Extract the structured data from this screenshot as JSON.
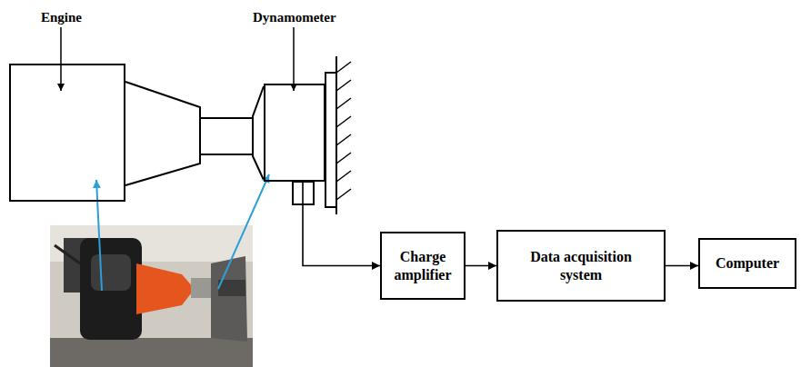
{
  "diagram": {
    "nodes": [
      {
        "text": [
          "Engine"
        ]
      },
      {
        "text": [
          "Dynamometer"
        ]
      },
      {
        "text": [
          "Charge amplifier"
        ]
      },
      {
        "text": [
          "Data acquisition system"
        ]
      },
      {
        "text": [
          "Computer"
        ]
      }
    ],
    "edges": [
      {
        "from": 1,
        "to": 2,
        "arrow": "to"
      },
      {
        "from": 2,
        "to": 3,
        "arrow": "to"
      },
      {
        "from": 3,
        "to": 4,
        "arrow": "to"
      }
    ]
  }
}
